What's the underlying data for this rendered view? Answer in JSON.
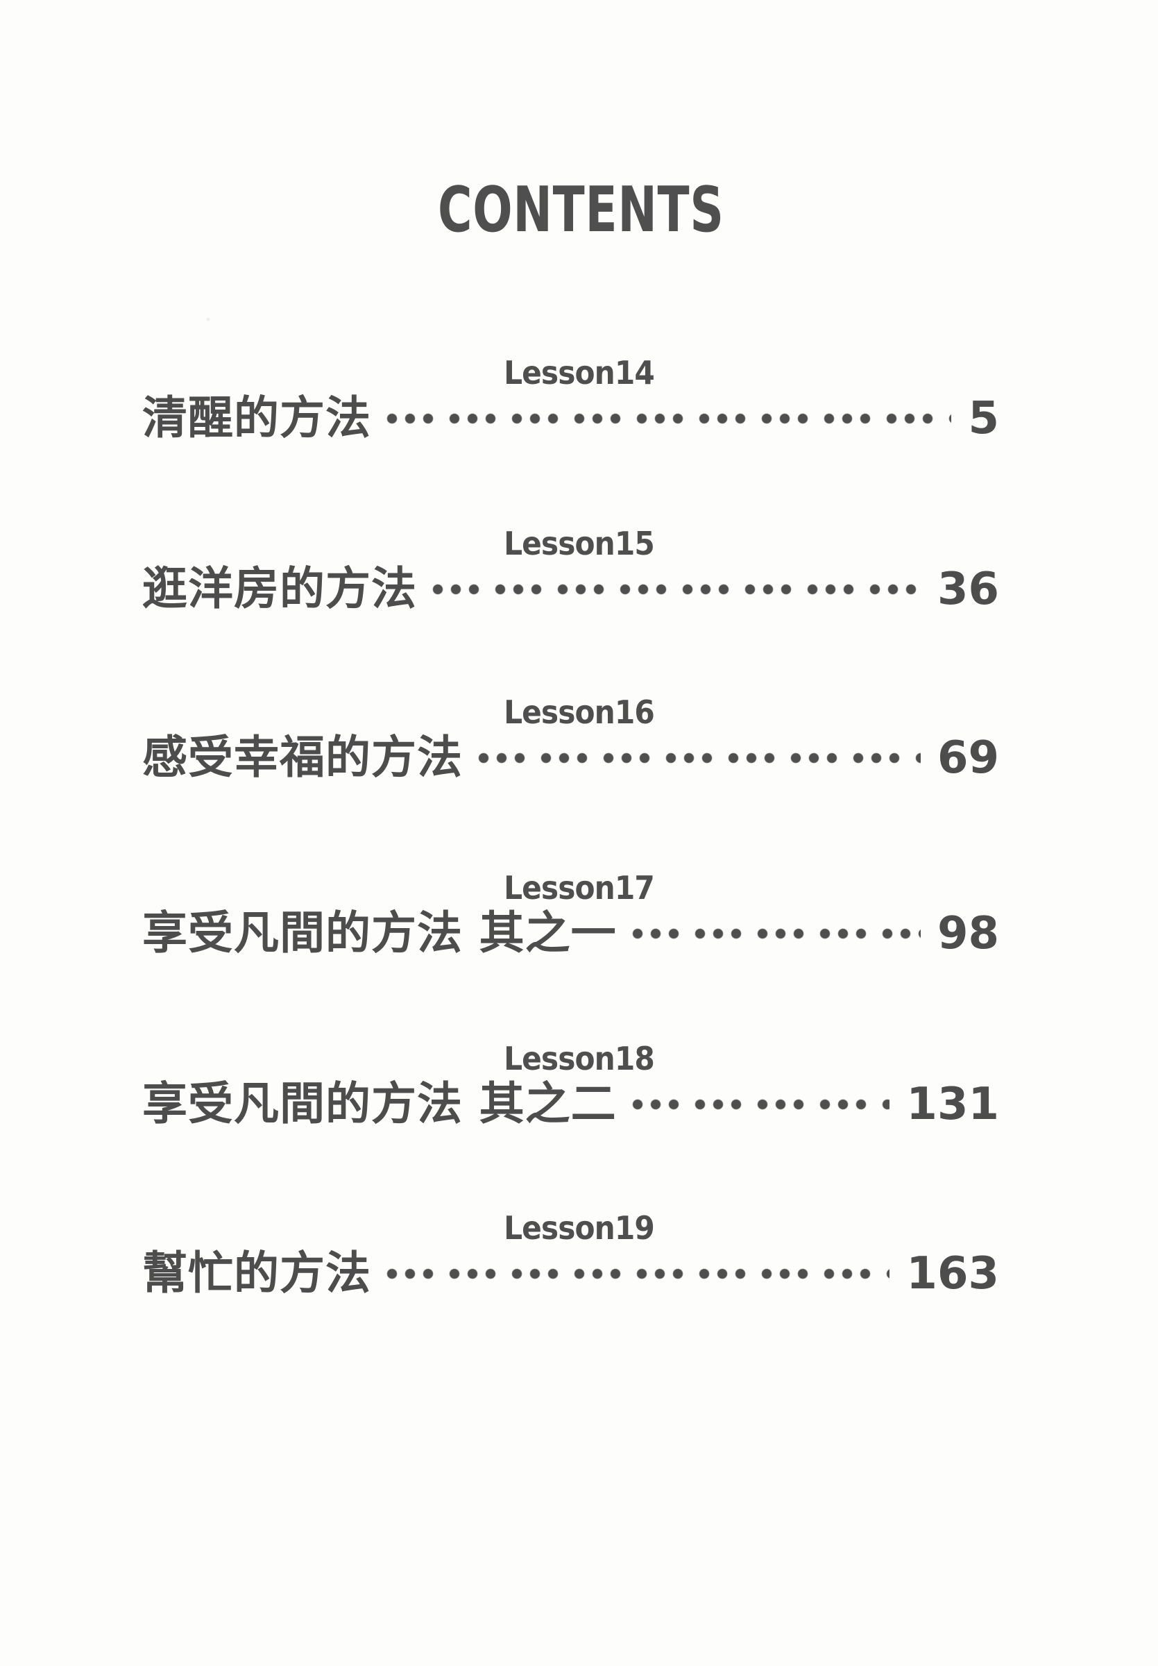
{
  "page": {
    "title": "CONTENTS",
    "text_color": "#4d4d4d",
    "background_color": "#fdfdfc"
  },
  "toc": {
    "entries": [
      {
        "lesson": "Lesson14",
        "title": "清醒的方法",
        "page": "5"
      },
      {
        "lesson": "Lesson15",
        "title": "逛洋房的方法",
        "page": "36"
      },
      {
        "lesson": "Lesson16",
        "title": "感受幸福的方法",
        "page": "69"
      },
      {
        "lesson": "Lesson17",
        "title": "享受凡間的方法 其之一",
        "page": "98"
      },
      {
        "lesson": "Lesson18",
        "title": "享受凡間的方法 其之二",
        "page": "131"
      },
      {
        "lesson": "Lesson19",
        "title": "幫忙的方法",
        "page": "163"
      }
    ]
  }
}
